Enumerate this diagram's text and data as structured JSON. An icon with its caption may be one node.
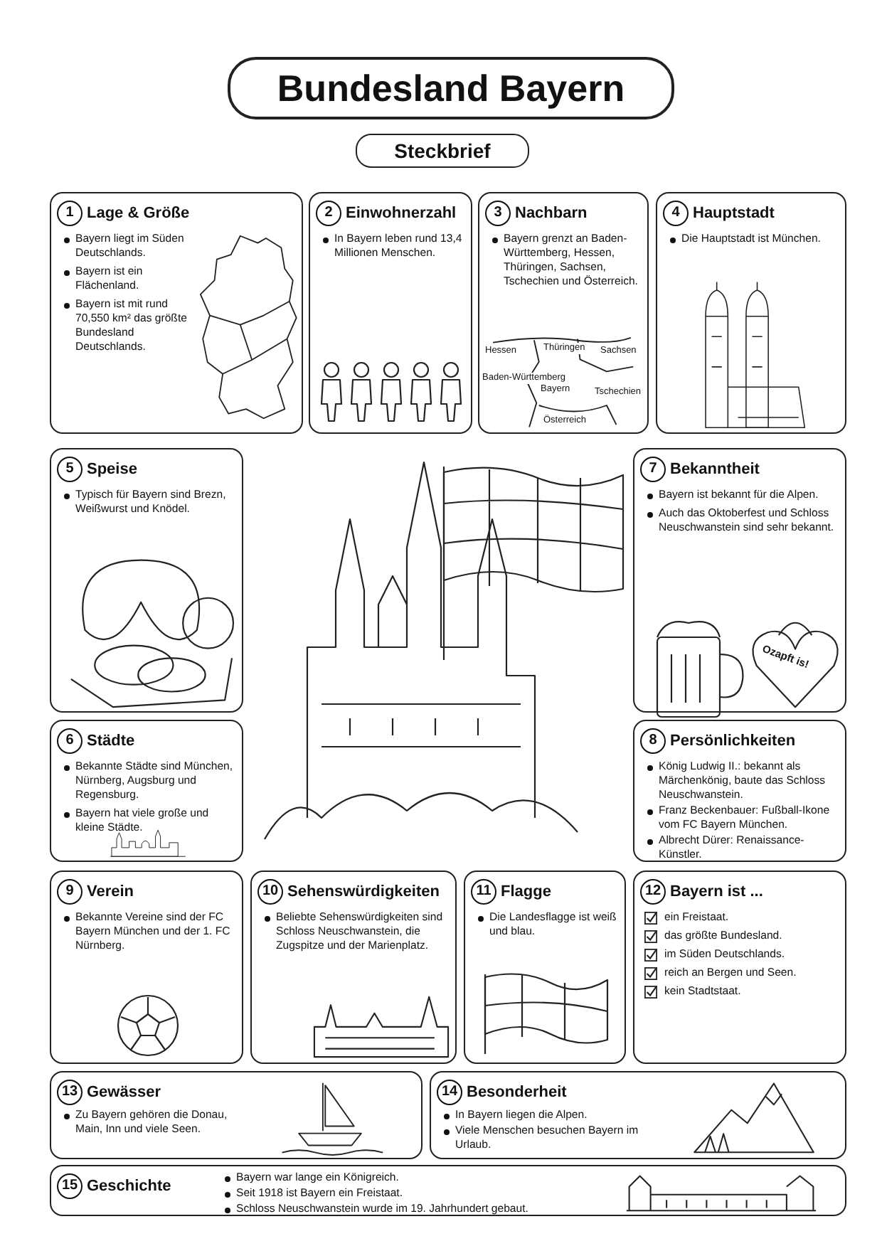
{
  "diagram": {
    "title": "Bundesland Bayern",
    "nodes": [
      {
        "text": [
          "1",
          "Lage & Größe",
          "Bayern liegt im Süden Deutschlands.",
          "Bayern ist ein Flächenland.",
          "Bayern ist mit rund 70,550 km² das größte Bundesland Deutschlands."
        ]
      },
      {
        "text": [
          "2",
          "Einwohnerzahl",
          "In Bayern leben rund 13,4 Millionen Menschen."
        ]
      },
      {
        "text": [
          "3",
          "Nachbarn",
          "Bayern grenzt an Baden-Württemberg, Hessen, Thüringen, Sachsen, Tschechien und Österreich."
        ]
      },
      {
        "text": [
          "4",
          "Hauptstadt",
          "Die Hauptstadt ist München."
        ]
      },
      {
        "text": [
          "5",
          "Speise",
          "Typisch für Bayern sind Brezn, Weißwurst und Knödel."
        ]
      },
      {
        "text": [
          "7",
          "Bekanntheit",
          "Bayern ist bekannt für die Alpen.",
          "Auch das Oktoberfest und Schloss Neuschwanstein sind sehr bekannt."
        ]
      },
      {
        "text": [
          "6",
          "Städte",
          "Bekannte Städte sind München, Nürnberg, Augsburg und Regensburg.",
          "Bayern hat viele große und kleine Städte."
        ]
      },
      {
        "text": [
          "8",
          "Persönlichkeiten",
          "König Ludwig II.: bekannt als Märchenkönig, baute das Schloss Neuschwanstein.",
          "Franz Beckenbauer: Fußball-Ikone vom FC Bayern München.",
          "Albrecht Dürer: Renaissance-Künstler."
        ]
      },
      {
        "text": [
          "9",
          "Verein",
          "Bekannte Vereine sind der FC Bayern München und der 1. FC Nürnberg."
        ]
      },
      {
        "text": [
          "10",
          "Sehenswürdigkeiten",
          "Beliebte Sehenswürdigkeiten sind Schloss Neuschwanstein, die Zugspitze und der Marienplatz."
        ]
      },
      {
        "text": [
          "11",
          "Flagge",
          "Die Landesflagge ist weiß und blau."
        ]
      },
      {
        "text": [
          "12",
          "Bayern ist ...",
          "ein Freistaat.",
          "das größte Bundesland.",
          "im Süden Deutschlands.",
          "reich an Bergen und Seen.",
          "kein Stadtstaat."
        ]
      },
      {
        "text": [
          "13",
          "Gewässer",
          "Zu Bayern gehören die Donau, Main, Inn und viele Seen."
        ]
      },
      {
        "text": [
          "14",
          "Besonderheit",
          "In Bayern liegen die Alpen.",
          "Viele Menschen besuchen Bayern im Urlaub."
        ]
      },
      {
        "text": [
          "15",
          "Geschichte",
          "Bayern war lange ein Königreich.",
          "Seit 1918 ist Bayern ein Freistaat.",
          "Schloss Neuschwanstein wurde im 19. Jahrhundert gebaut."
        ]
      }
    ],
    "labels": [
      "Steckbrief",
      "Hessen",
      "Thüringen",
      "Sachsen",
      "Baden-Württemberg",
      "Bayern",
      "Tschechien",
      "Österreich",
      "Ozapft is!"
    ]
  }
}
